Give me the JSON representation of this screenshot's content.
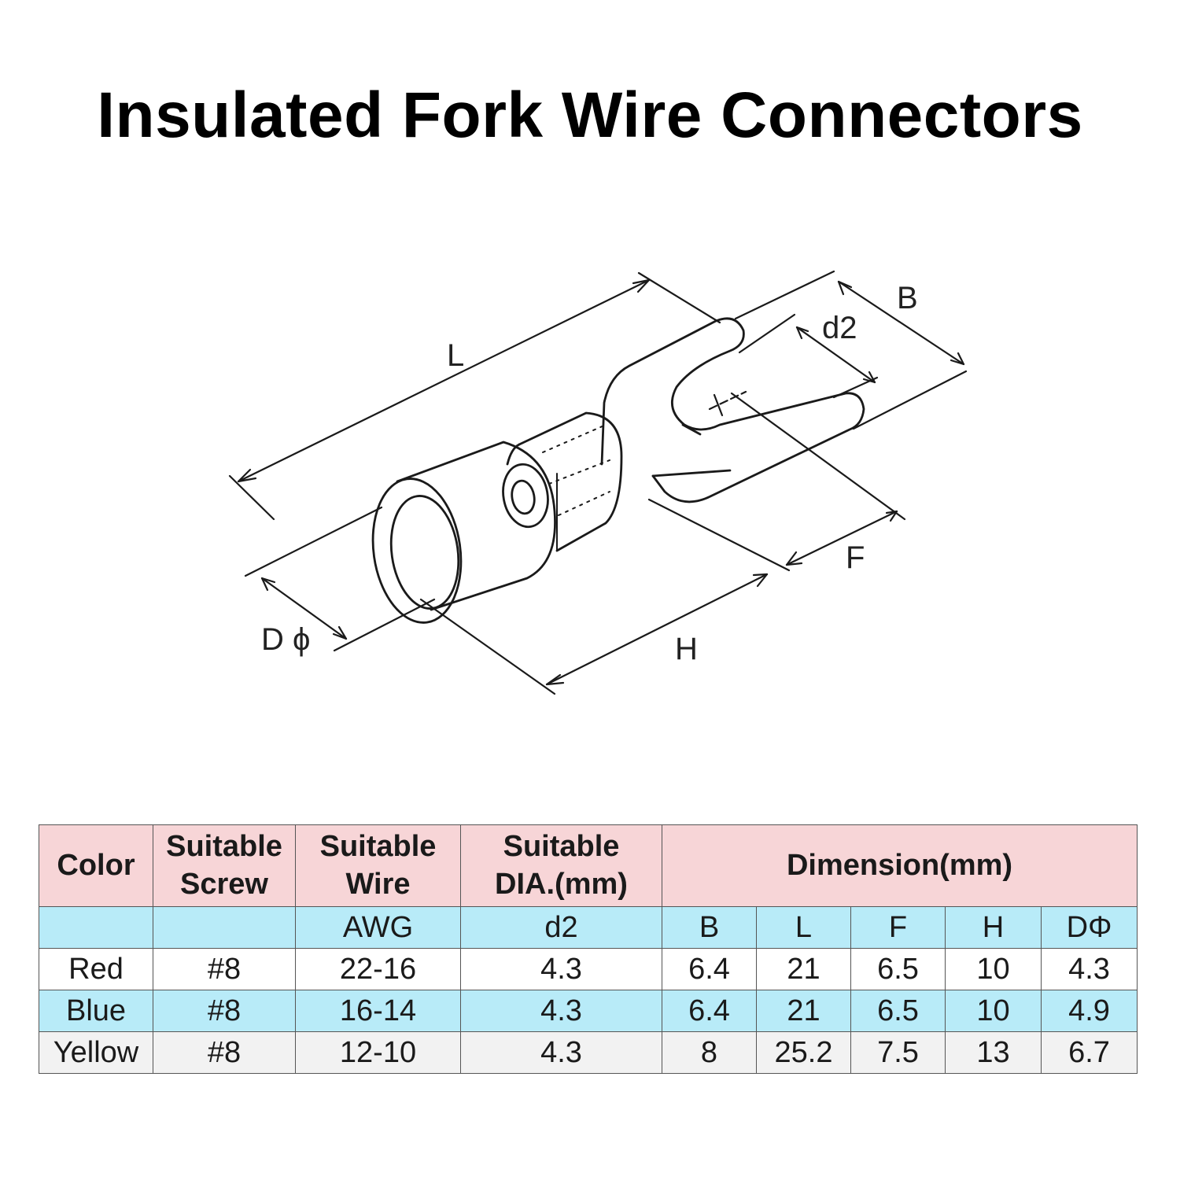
{
  "title": "Insulated Fork Wire Connectors",
  "diagram": {
    "labels": {
      "L": "L",
      "B": "B",
      "d2": "d2",
      "F": "F",
      "H": "H",
      "D": "D",
      "phi": "ϕ"
    }
  },
  "table": {
    "header": {
      "color": "Color",
      "screw": [
        "Suitable",
        "Screw"
      ],
      "wire": [
        "Suitable",
        "Wire"
      ],
      "dia": [
        "Suitable",
        "DIA.(mm)"
      ],
      "dimension": "Dimension(mm)"
    },
    "subheader": [
      "",
      "",
      "AWG",
      "d2",
      "B",
      "L",
      "F",
      "H",
      "DΦ"
    ],
    "rows": [
      [
        "Red",
        "#8",
        "22-16",
        "4.3",
        "6.4",
        "21",
        "6.5",
        "10",
        "4.3"
      ],
      [
        "Blue",
        "#8",
        "16-14",
        "4.3",
        "6.4",
        "21",
        "6.5",
        "10",
        "4.9"
      ],
      [
        "Yellow",
        "#8",
        "12-10",
        "4.3",
        "8",
        "25.2",
        "7.5",
        "13",
        "6.7"
      ]
    ]
  },
  "colors": {
    "header_bg": "#f7d5d7",
    "subheader_bg": "#b8ebf8",
    "blue_row_bg": "#b8ebf8",
    "yellow_row_bg": "#f2f2f2"
  }
}
